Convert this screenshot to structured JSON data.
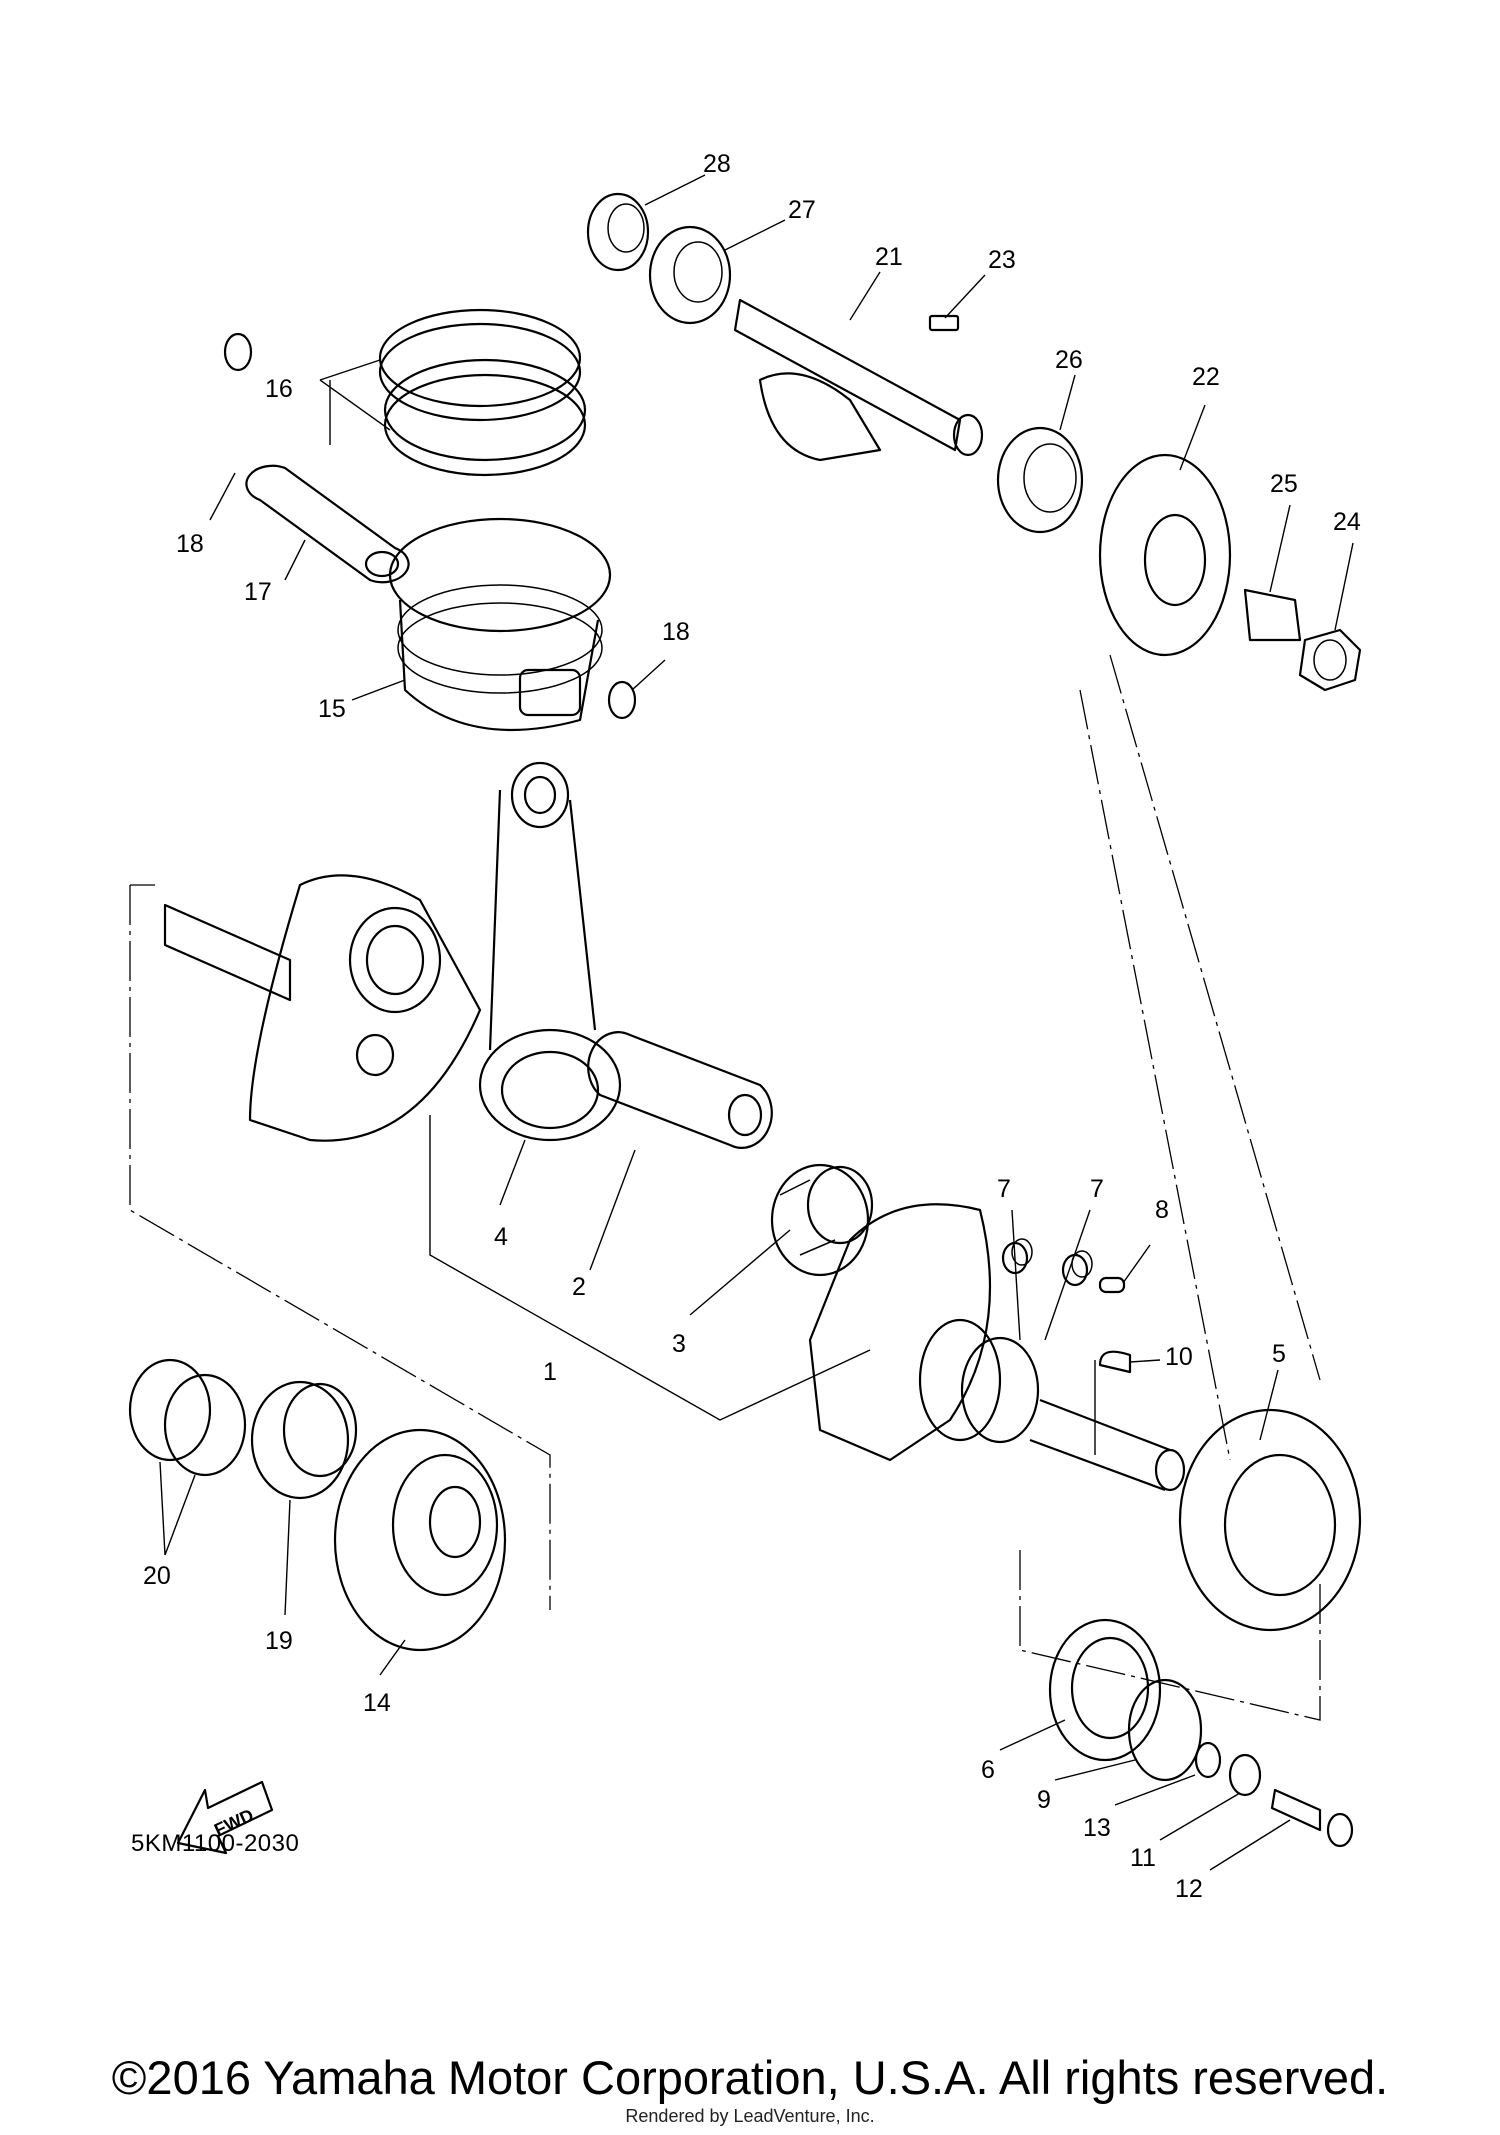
{
  "callouts": [
    {
      "id": "1",
      "text": "1"
    },
    {
      "id": "2",
      "text": "2"
    },
    {
      "id": "3",
      "text": "3"
    },
    {
      "id": "4",
      "text": "4"
    },
    {
      "id": "5",
      "text": "5"
    },
    {
      "id": "6",
      "text": "6"
    },
    {
      "id": "7a",
      "text": "7"
    },
    {
      "id": "7b",
      "text": "7"
    },
    {
      "id": "8",
      "text": "8"
    },
    {
      "id": "9",
      "text": "9"
    },
    {
      "id": "10",
      "text": "10"
    },
    {
      "id": "11",
      "text": "11"
    },
    {
      "id": "12",
      "text": "12"
    },
    {
      "id": "13",
      "text": "13"
    },
    {
      "id": "14",
      "text": "14"
    },
    {
      "id": "15",
      "text": "15"
    },
    {
      "id": "16",
      "text": "16"
    },
    {
      "id": "17",
      "text": "17"
    },
    {
      "id": "18a",
      "text": "18"
    },
    {
      "id": "18b",
      "text": "18"
    },
    {
      "id": "19",
      "text": "19"
    },
    {
      "id": "20",
      "text": "20"
    },
    {
      "id": "21",
      "text": "21"
    },
    {
      "id": "22",
      "text": "22"
    },
    {
      "id": "23",
      "text": "23"
    },
    {
      "id": "24",
      "text": "24"
    },
    {
      "id": "25",
      "text": "25"
    },
    {
      "id": "26",
      "text": "26"
    },
    {
      "id": "27",
      "text": "27"
    },
    {
      "id": "28",
      "text": "28"
    }
  ],
  "fwd_label": "FWD",
  "diagram_code": "5KM1100-2030",
  "copyright": "©2016 Yamaha Motor Corporation, U.S.A. All rights reserved.",
  "rendered_by": "Rendered by LeadVenture, Inc."
}
